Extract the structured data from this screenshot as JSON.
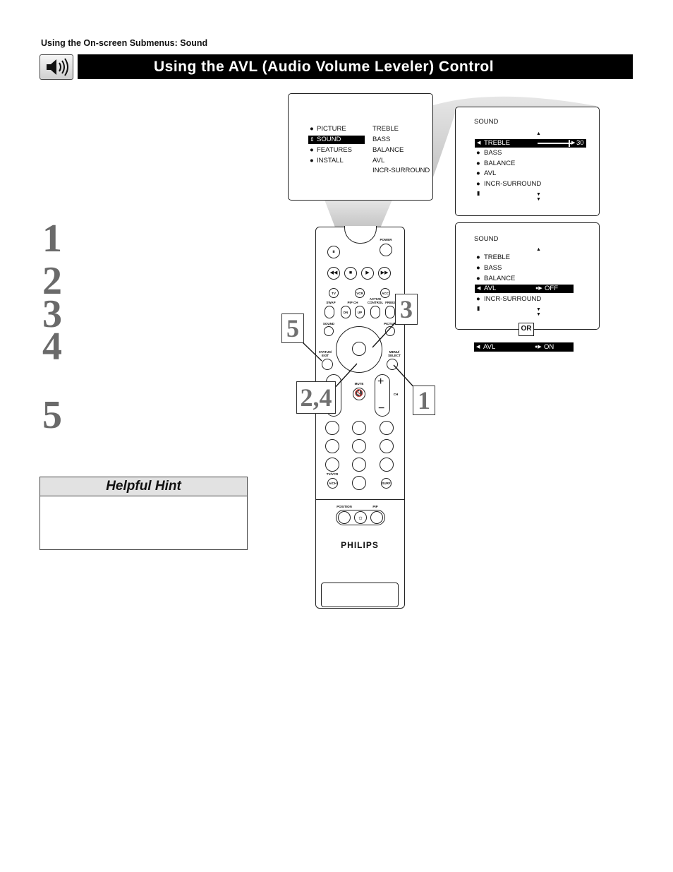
{
  "header": {
    "section_label": "Using the On-screen Submenus: Sound",
    "title": "Using the AVL (Audio Volume Leveler) Control"
  },
  "steps": [
    "1",
    "2",
    "3",
    "4",
    "5"
  ],
  "hint": {
    "title": "Helpful Hint"
  },
  "main_menu": {
    "left": [
      "PICTURE",
      "SOUND",
      "FEATURES",
      "INSTALL"
    ],
    "right": [
      "TREBLE",
      "BASS",
      "BALANCE",
      "AVL",
      "INCR-SURROUND"
    ]
  },
  "sound_menu_1": {
    "title": "SOUND",
    "items": [
      "TREBLE",
      "BASS",
      "BALANCE",
      "AVL",
      "INCR-SURROUND"
    ],
    "treble_value": "30"
  },
  "sound_menu_2": {
    "title": "SOUND",
    "items": [
      "TREBLE",
      "BASS",
      "BALANCE",
      "AVL",
      "INCR-SURROUND"
    ],
    "avl_value": "OFF"
  },
  "or_label": "OR",
  "avl_on_bar": {
    "label": "AVL",
    "value": "ON"
  },
  "remote": {
    "power": "POWER",
    "swap": "SWAP",
    "pip_ch": "PIP CH",
    "dn": "DN",
    "up": "UP",
    "active_control": "ACTIVE CONTROL",
    "freeze": "FREEZE",
    "sound": "SOUND",
    "picture": "PICTURE",
    "status_exit": "STATUS/ EXIT",
    "menu_select": "MENU/ SELECT",
    "mute": "MUTE",
    "ch": "CH",
    "tv": "TV",
    "vcr": "VCR",
    "acc": "ACC",
    "tv_vcr": "TV/VCR",
    "av_ch": "A/CH",
    "surf": "SURF",
    "position": "POSITION",
    "pip": "PIP",
    "brand": "PHILIPS"
  },
  "callouts": {
    "c5": "5",
    "c3": "3",
    "c24": "2,4",
    "c1": "1"
  }
}
